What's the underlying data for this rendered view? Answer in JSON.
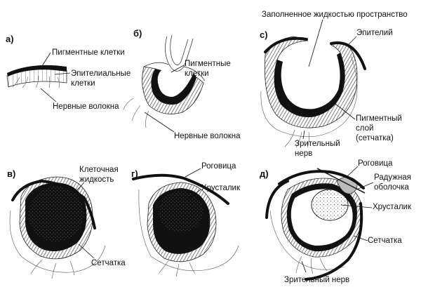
{
  "panels": {
    "a": {
      "letter": "а)",
      "labels": [
        "Пигментные клетки",
        "Эпителиальные",
        "клетки",
        "Нервные волокна"
      ]
    },
    "b": {
      "letter": "б)",
      "labels": [
        "Пигментные",
        "клетки",
        "Нервные волокна"
      ]
    },
    "c": {
      "letter": "с)",
      "labels": [
        "Заполненное жидкостью пространство",
        "Эпителий",
        "Пигментный",
        "слой",
        "(сетчатка)",
        "Зрительный",
        "нерв"
      ]
    },
    "v": {
      "letter": "в)",
      "labels": [
        "Клеточная",
        "жидкость",
        "Сетчатка"
      ]
    },
    "g": {
      "letter": "г)",
      "labels": [
        "Роговица",
        "Хрусталик"
      ]
    },
    "d": {
      "letter": "д)",
      "labels": [
        "Роговица",
        "Радужная",
        "оболочка",
        "Хрусталик",
        "Сетчатка",
        "Зрительный нерв"
      ]
    }
  }
}
